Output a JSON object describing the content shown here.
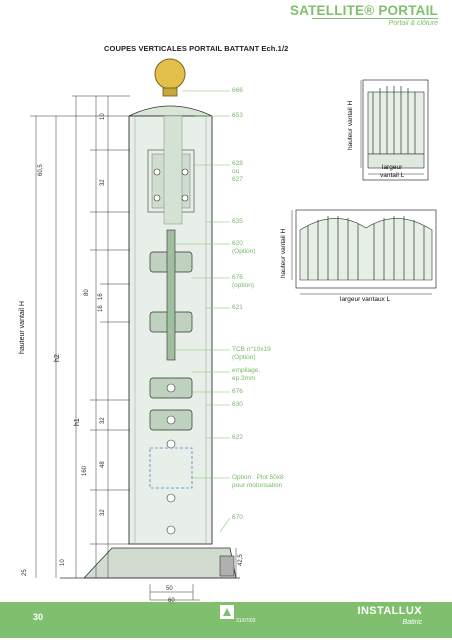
{
  "header": {
    "title": "SATELLITE® PORTAIL",
    "subtitle": "Portail & clôture"
  },
  "section_title": "COUPES VERTICALES PORTAIL BATTANT Ech.1/2",
  "callouts": {
    "c666": "666",
    "c653": "653",
    "c628": "628",
    "c_ou": "ou",
    "c627": "627",
    "c635": "635",
    "c620": "620",
    "c620o": "(Option)",
    "c676": "676",
    "c676o": "(option)",
    "c621": "621",
    "ctcb": "TCB n°10x19",
    "ctcbo": "(Option)",
    "cemp": "empilage,",
    "cemp2": "ep.3mm",
    "c676b": "676",
    "c630": "630",
    "c622": "622",
    "copt1": "Option : Plot 50x8",
    "copt2": "pour motorisation",
    "c670": "670"
  },
  "dims": {
    "d10a": "10",
    "d605": "60,5",
    "d32a": "32",
    "d80": "80",
    "d16a": "16",
    "d16b": "16",
    "d32b": "32",
    "d48": "48",
    "d160": "160",
    "d32c": "32",
    "d10b": "10",
    "d25": "25",
    "d425": "42,5",
    "d50": "50",
    "d60": "60",
    "h1": "h1",
    "h2": "h2",
    "hauteur": "hauteur vantail H"
  },
  "insets": {
    "inset1_vlabel": "hauteur vantail H",
    "inset1_label1": "largeur",
    "inset1_label2": "vantail L",
    "inset2_vlabel": "hauteur vantail H",
    "inset2_label": "largeur vantaux L"
  },
  "footer": {
    "page": "30",
    "date": "31/07/03",
    "brand": "INSTALLUX",
    "brand_sub": "Batiric"
  },
  "colors": {
    "accent": "#7fbf6e",
    "post": "#e8efe8",
    "outline": "#333333"
  }
}
